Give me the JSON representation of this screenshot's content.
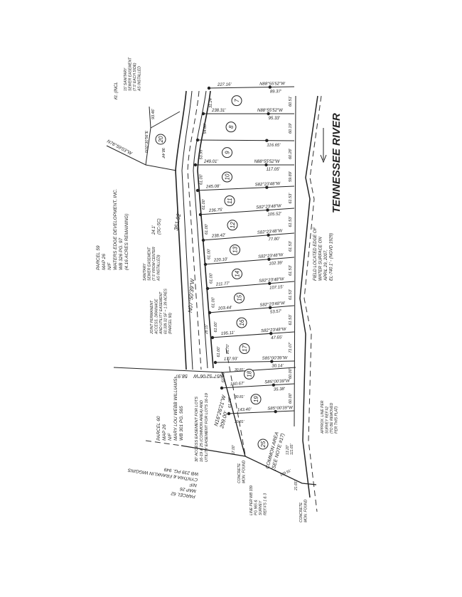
{
  "river_label": "TENNESSEE RIVER",
  "lot_numbers": [
    "7",
    "8",
    "9",
    "10",
    "11",
    "12",
    "13",
    "14",
    "15",
    "16",
    "17",
    "18",
    "19",
    "25",
    "20"
  ],
  "lot_lines": [
    {
      "depth": "227.16'",
      "bearing": "N88°55'52\"W",
      "rear": "89.37'"
    },
    {
      "depth": "238.31'",
      "bearing": "N88°55'52\"W",
      "rear": "95.33'"
    },
    {
      "depth": "",
      "bearing": "",
      "rear": "116.65'"
    },
    {
      "depth": "249.01'",
      "bearing": "N88°55'52\"W",
      "rear": "117.05'"
    },
    {
      "depth": "245.08'",
      "bearing": "S82°23'48\"W",
      "rear": ""
    },
    {
      "depth": "236.75'",
      "bearing": "S82°23'48\"W",
      "rear": "105.52'"
    },
    {
      "depth": "238.42'",
      "bearing": "S82°23'48\"W",
      "rear": "77.80'"
    },
    {
      "depth": "220.10'",
      "bearing": "S82°23'48\"W",
      "rear": "102.39'"
    },
    {
      "depth": "211.77'",
      "bearing": "S82°23'48\"W",
      "rear": "107.15'"
    },
    {
      "depth": "203.44'",
      "bearing": "S82°23'48\"W",
      "rear": "53.57'"
    },
    {
      "depth": "195.11'",
      "bearing": "S82°23'48\"W",
      "rear": "47.65'"
    },
    {
      "depth": "177.93'",
      "bearing": "S85°00'39\"W",
      "rear": "30.14'"
    },
    {
      "depth": "160.67'",
      "bearing": "S85°00'39\"W",
      "rear": "35.38'"
    },
    {
      "depth": "143.40'",
      "bearing": "S85°00'39\"W",
      "rear": ""
    }
  ],
  "frontages": [
    "31.24'",
    "54.60'",
    "53.95'",
    "61.00'",
    "61.00'",
    "61.00'",
    "61.00'",
    "61.00'",
    "61.00'",
    "61.00'",
    "61.00'",
    "61.00'",
    "61.00'"
  ],
  "rear_widths": [
    "60.51'",
    "60.19'",
    "60.28'",
    "59.89'",
    "61.53'",
    "61.53'",
    "61.53'",
    "61.53'",
    "61.53'",
    "61.53'",
    "71.07'",
    "60.00'",
    "60.00'"
  ],
  "notes": {
    "corner_label": "Kt. (INCL",
    "sewer_15": [
      "15' SANITARY",
      "SEWER EASEMENT",
      "(7.5' EACH SIDE)",
      "AS INSTALLED"
    ],
    "lot20_bearing_n": "N10°30'56\"E",
    "lot20_dist_a": "93.46'",
    "lot20_dist_b": "98.44'",
    "lot20_bearing_w": "N76°59'03\"W",
    "parcel59": [
      "PARCEL 59",
      "MAP 26",
      "N/F",
      "WATERS EDGE DEVELOPMENT, INC.",
      "WB 326 PG. 97",
      "(4.16 ACRES REMAINING)"
    ],
    "sc_dist": [
      "24.1'",
      "(SC-SC)"
    ],
    "road_length": "361.92'",
    "road_bearing": "N07°50'39\"W",
    "sewer_easement": [
      "SANITARY",
      "SEWER EASEMENT",
      "(7.5' FROM CENTER",
      "AS INSTALLED)"
    ],
    "joint_easement": [
      "JOINT PERMANENT",
      "ACCESS, DRAINAGE",
      "AND UTILITY EASEMENT",
      "60,339.32 SF ~ 1.39 ACRES",
      "(PARCEL 90)"
    ],
    "line_60_bearing": "N57°52'06\"W",
    "line_60_dist": "58.97'",
    "parcel60": [
      "PARCEL 60",
      "MAP 26",
      "N/F",
      "MARY LOU WEBB WILLIAMS",
      "WB 301 PG. 565"
    ],
    "access_easement": [
      "30' ACCESS EASEMENT FOR LOTS",
      "16-19 & 25 (COMMON AREA) AND",
      "UTILITY EASEMENT FOR LOTS 16-19"
    ],
    "west_bearing": "N16°26'21\"W",
    "west_dist": "209.00'",
    "common_area": [
      "COMMON AREA",
      "(SEE NOTE #17)"
    ],
    "mon_found_1": [
      "CONCRETE",
      "MON. FOUND"
    ],
    "mon_found_2": [
      "CONCRETE",
      "MON. FOUND"
    ],
    "line_per": [
      "LINE PER WB 339",
      "PG 965 &",
      "SURVEY",
      "REF.#'S 1 & 3"
    ],
    "parcel62": [
      "PARCEL 62",
      "MAP 26",
      "N/F",
      "CYNTHIA & FRANKLIN WIGGINS",
      "WB 239 PG. 949"
    ],
    "field_located": [
      "FIELD LOCATED EDGE OF",
      "WATER SURFACE ON",
      "APRIL 29, 2007,",
      "EL-740.1' - (NGVD 1929)"
    ],
    "approx_line": [
      "APPROX. LINE PER",
      "SURVEY REF.#2",
      "(TO BE REMOVED",
      "PER THIS PLAT)"
    ],
    "small_dists": [
      "57.00'",
      "109.91'",
      "21.65'",
      "13.20'",
      "111.65'",
      "30.81'",
      "30.81'",
      "30.81'",
      "25.70'",
      "28.15'"
    ]
  }
}
